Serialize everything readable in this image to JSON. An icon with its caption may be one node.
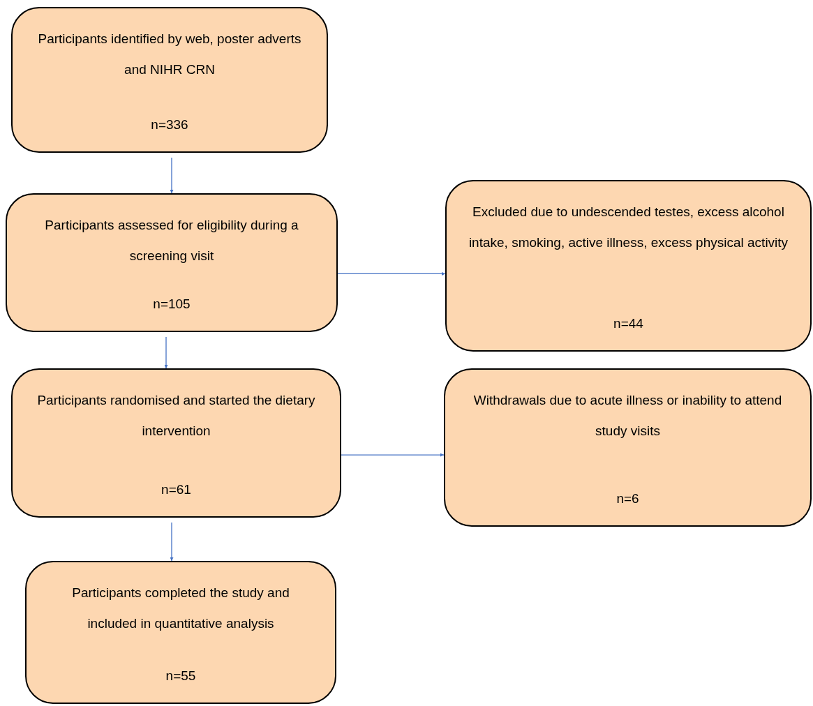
{
  "diagram": {
    "nodes": [
      {
        "text": [
          "Participants identified by web, poster adverts and NIHR CRN",
          "n=336"
        ]
      },
      {
        "text": [
          "Participants assessed for eligibility during a screening visit",
          "n=105"
        ]
      },
      {
        "text": [
          "Participants randomised and started the dietary intervention",
          "n=61"
        ]
      },
      {
        "text": [
          "Participants completed the study and included in quantitative analysis",
          "n=55"
        ]
      },
      {
        "text": [
          "Excluded due to undescended testes, excess alcohol intake, smoking, active illness, excess physical activity",
          "n=44"
        ]
      },
      {
        "text": [
          "Withdrawals due to acute illness or inability to attend study visits",
          "n=6"
        ]
      }
    ],
    "edges": [
      {
        "from": 0,
        "to": 1,
        "arrow": "to"
      },
      {
        "from": 1,
        "to": 2,
        "arrow": "to"
      },
      {
        "from": 2,
        "to": 3,
        "arrow": "to"
      },
      {
        "from": 1,
        "to": 4,
        "arrow": "to"
      },
      {
        "from": 2,
        "to": 5,
        "arrow": "to"
      }
    ]
  }
}
